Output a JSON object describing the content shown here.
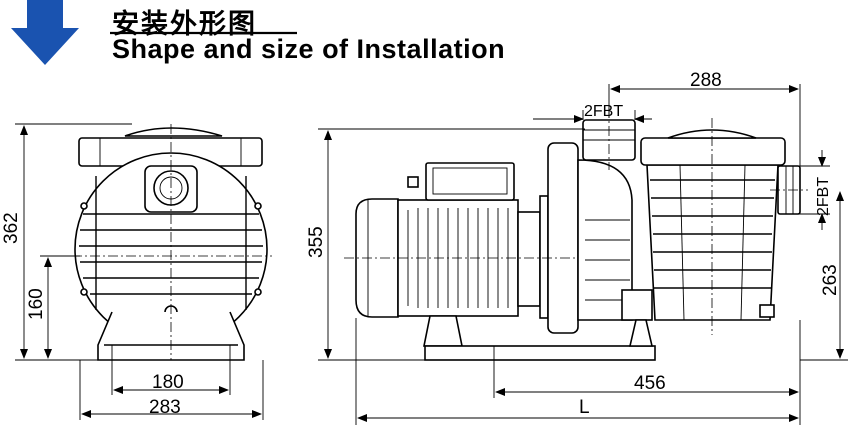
{
  "title": {
    "chinese": "安装外形图",
    "english": "Shape and size of Installation"
  },
  "dimensions": {
    "front_height_total": "362",
    "front_height_axis": "160",
    "front_base_inner": "180",
    "front_base_outer": "283",
    "side_height_total": "355",
    "side_top_length": "288",
    "side_inlet_thread": "2FBT",
    "side_outlet_thread": "2FBT",
    "side_inlet_height": "263",
    "side_base_length": "456",
    "side_total_length": "L"
  },
  "colors": {
    "arrow": "#1a53b0",
    "lines": "#000000"
  },
  "icons": {
    "arrow": "down-arrow-icon"
  }
}
